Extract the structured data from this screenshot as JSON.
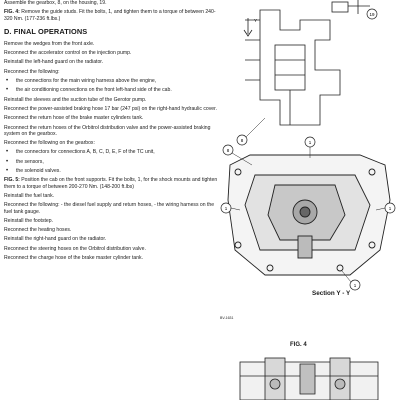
{
  "left": {
    "intro": "Assemble the gearbox, 8, on the housing, 19.",
    "fig4_prefix": "FIG. 4:",
    "fig4_text": "Remove the guide studs. Fit the bolts, 1, and tighten them to a torque of between 240-320 Nm. (177-236 ft.lbs.)",
    "section_heading": "D. FINAL OPERATIONS",
    "p1": "Remove the wedges from the front axle.",
    "p2": "Reconnect the accelerator control on the injection pump.",
    "p3": "Reinstall the left-hand guard on the radiator.",
    "p4": "Reconnect the following:",
    "bullets1": [
      "the connections for the main wiring harness above the engine,",
      "the air conditioning connections on the front left-hand side of the cab."
    ],
    "p5": "Reinstall the sleeves and the suction tube of the Gerotor pump.",
    "p6": "Reconnect the power-assisted braking hose 17 bar (247 psi) on the right-hand hydraulic cover.",
    "p7": "Reconnect the return hose of the brake master cylinders tank.",
    "p8": "Reconnect the return hoses of the Orbitrol distribution valve and the power-assisted braking system on the gearbox.",
    "p9": "Reconnect the following on the gearbox:",
    "bullets2": [
      "the connectors for connections A, B, C, D, E, F of the TC unit,",
      "the sensors,",
      "the solenoid valves."
    ],
    "fig5_prefix": "FIG. 5:",
    "fig5_text": "Position the cab on the front supports. Fit the bolts, 1, for the shock mounts and tighten them to a torque of between 200-270 Nm. (148-200 ft.lbs)",
    "p10": "Reinstall the fuel tank.",
    "p11": "Reconnect the following: - the diesel fuel supply and return hoses, - the wiring harness on the fuel tank gauge.",
    "p12": "Reinstall the footstep.",
    "p13": "Reconnect the heating hoses.",
    "p14": "Reinstall the right-hand guard on the radiator.",
    "p15": "Reconnect the steering hoses on the Orbitrol distribution valve.",
    "p16": "Reconnect the charge hose of the brake master cylinder tank."
  },
  "right": {
    "callouts": [
      "19",
      "8",
      "1",
      "1",
      "1",
      "1",
      "8"
    ],
    "arrow_label": "Y",
    "section_label": "Section Y - Y",
    "ref_code": "BV-1631",
    "fig_label": "FIG. 4"
  }
}
